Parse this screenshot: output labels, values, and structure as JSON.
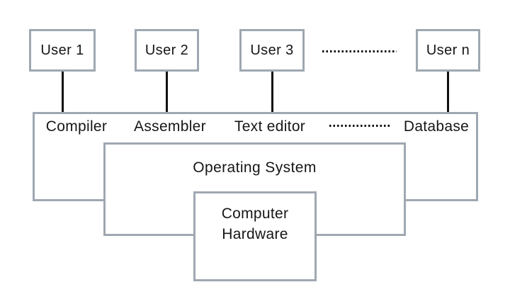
{
  "diagram": {
    "user_boxes": [
      {
        "label": "User 1"
      },
      {
        "label": "User 2"
      },
      {
        "label": "User 3"
      },
      {
        "label": "User n"
      }
    ],
    "system_programs": [
      {
        "label": "Compiler"
      },
      {
        "label": "Assembler"
      },
      {
        "label": "Text editor"
      },
      {
        "label": "Database"
      }
    ],
    "operating_system": {
      "label": "Operating System"
    },
    "hardware": {
      "label": "Computer Hardware"
    },
    "colors": {
      "box_border": "#9fa8b2",
      "line": "#111111",
      "text": "#161616",
      "background": "#ffffff"
    }
  }
}
